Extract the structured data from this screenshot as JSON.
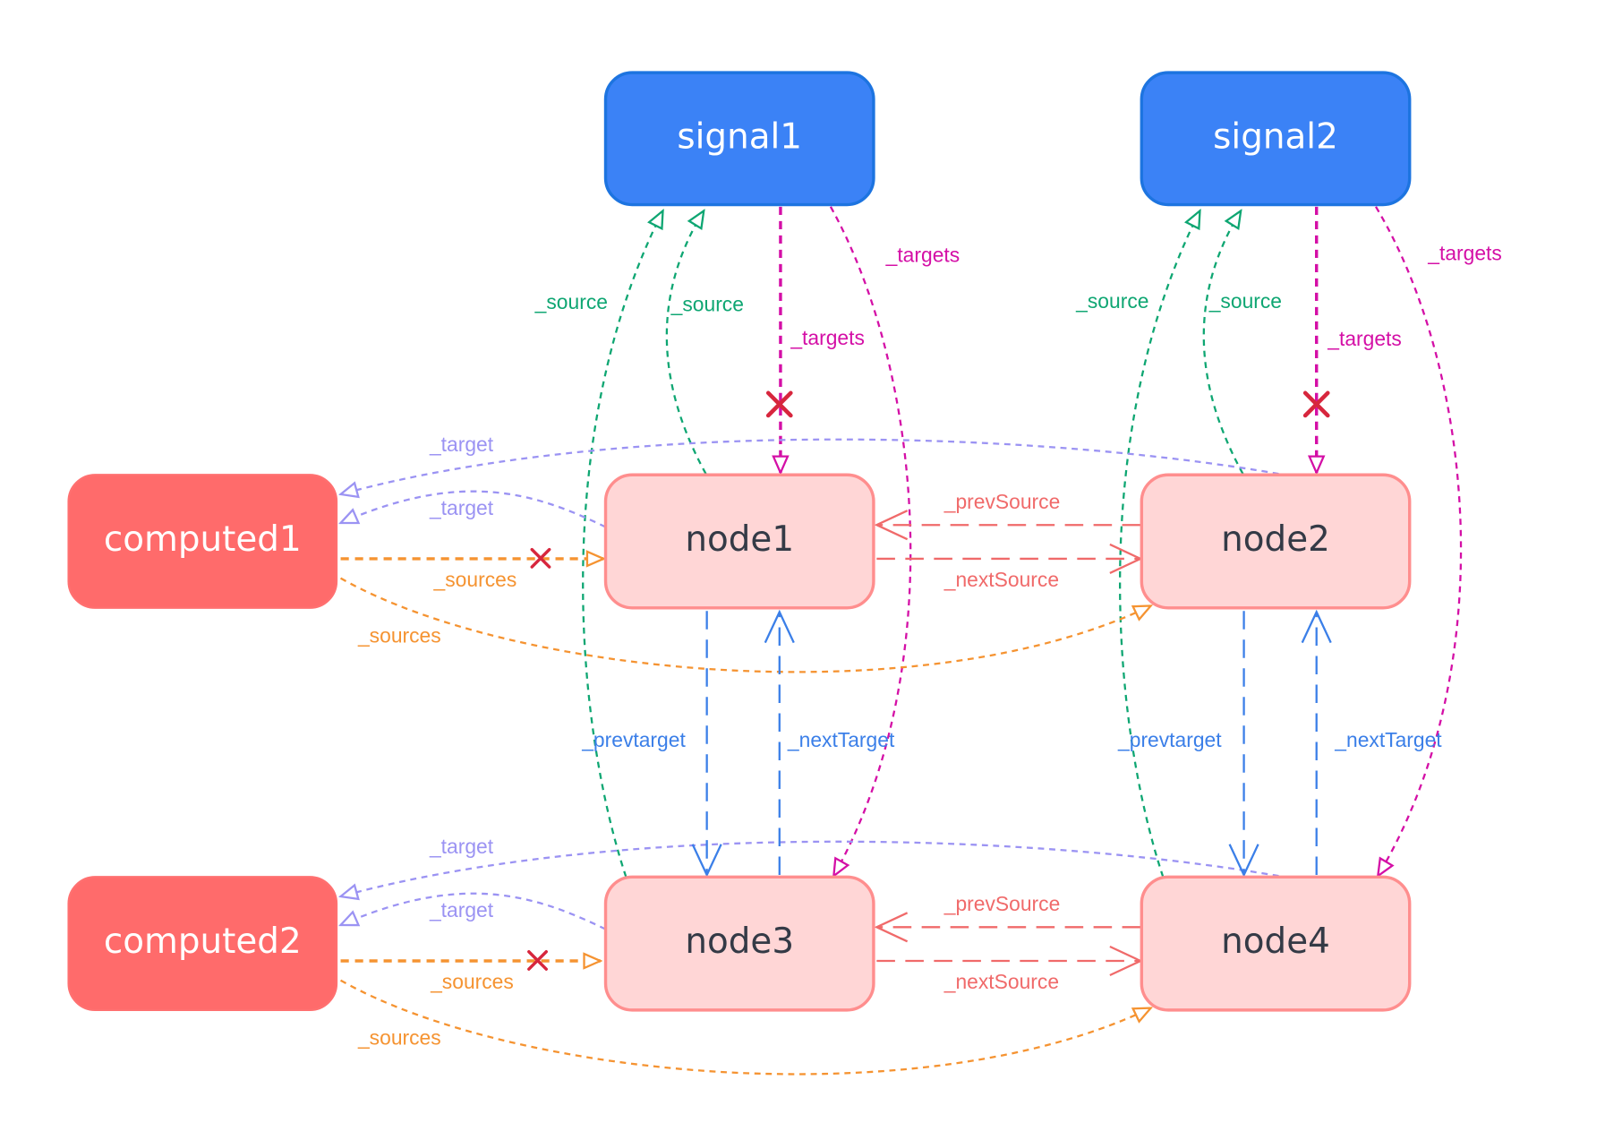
{
  "colors": {
    "signal_fill": "#3b82f6",
    "signal_stroke": "#1d74e0",
    "computed_fill": "#ff6b6b",
    "node_fill": "#ffd6d6",
    "node_stroke": "#ff8e8e",
    "node_text": "#343a46",
    "source": "#0ea672",
    "targets": "#d40fa6",
    "target": "#9b93f3",
    "sources": "#f59331",
    "link": "#f06a6a",
    "prevnext_target": "#3b7fe8",
    "cut": "#d7263d"
  },
  "nodes": {
    "signal1": "signal1",
    "signal2": "signal2",
    "computed1": "computed1",
    "computed2": "computed2",
    "node1": "node1",
    "node2": "node2",
    "node3": "node3",
    "node4": "node4"
  },
  "labels": {
    "source": "_source",
    "targets": "_targets",
    "target": "_target",
    "sources": "_sources",
    "prevSource": "_prevSource",
    "nextSource": "_nextSource",
    "prevtarget": "_prevtarget",
    "nextTarget": "_nextTarget"
  },
  "edges": [
    {
      "from": "node1",
      "to": "signal1",
      "label": "_source"
    },
    {
      "from": "node3",
      "to": "signal1",
      "label": "_source"
    },
    {
      "from": "signal1",
      "to": "node1",
      "label": "_targets",
      "cut": true
    },
    {
      "from": "signal1",
      "to": "node3",
      "label": "_targets"
    },
    {
      "from": "node2",
      "to": "signal2",
      "label": "_source"
    },
    {
      "from": "node4",
      "to": "signal2",
      "label": "_source"
    },
    {
      "from": "signal2",
      "to": "node2",
      "label": "_targets",
      "cut": true
    },
    {
      "from": "signal2",
      "to": "node4",
      "label": "_targets"
    },
    {
      "from": "node1",
      "to": "computed1",
      "label": "_target"
    },
    {
      "from": "node2",
      "to": "computed1",
      "label": "_target"
    },
    {
      "from": "computed1",
      "to": "node1",
      "label": "_sources",
      "cut": true
    },
    {
      "from": "computed1",
      "to": "node2",
      "label": "_sources"
    },
    {
      "from": "node2",
      "to": "node1",
      "label": "_prevSource"
    },
    {
      "from": "node1",
      "to": "node2",
      "label": "_nextSource"
    },
    {
      "from": "node1",
      "to": "node3",
      "label": "_prevtarget"
    },
    {
      "from": "node3",
      "to": "node1",
      "label": "_nextTarget"
    },
    {
      "from": "node2",
      "to": "node4",
      "label": "_prevtarget"
    },
    {
      "from": "node4",
      "to": "node2",
      "label": "_nextTarget"
    },
    {
      "from": "node3",
      "to": "computed2",
      "label": "_target"
    },
    {
      "from": "node4",
      "to": "computed2",
      "label": "_target"
    },
    {
      "from": "computed2",
      "to": "node3",
      "label": "_sources",
      "cut": true
    },
    {
      "from": "computed2",
      "to": "node4",
      "label": "_sources"
    },
    {
      "from": "node4",
      "to": "node3",
      "label": "_prevSource"
    },
    {
      "from": "node3",
      "to": "node4",
      "label": "_nextSource"
    }
  ]
}
